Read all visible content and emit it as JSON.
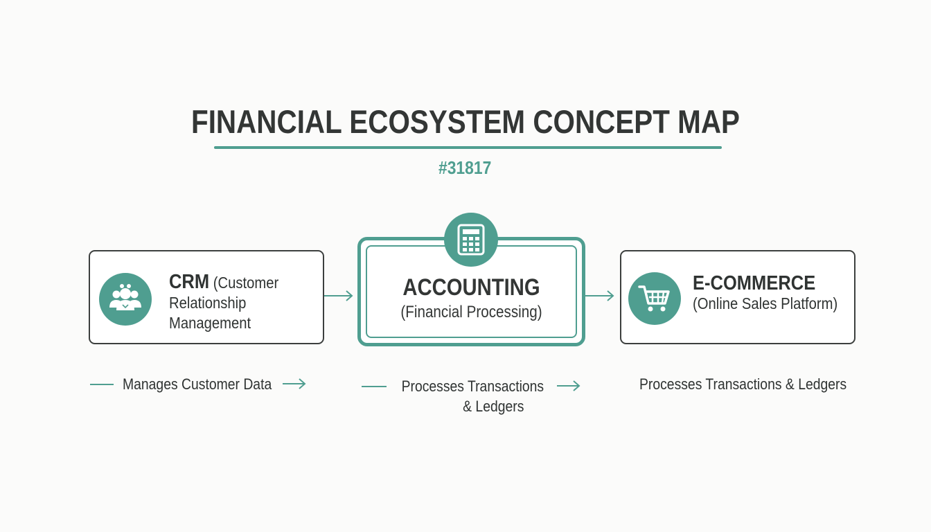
{
  "title": "FINANCIAL ECOSYSTEM  CONCEPT MAP",
  "subtitle": "#31817",
  "colors": {
    "accent": "#4f9e90",
    "text": "#333635",
    "border": "#3c3f3e",
    "background": "#fbfbfa"
  },
  "nodes": {
    "crm": {
      "name": "CRM",
      "line1_rest": " (Customer",
      "line2": "Relationship",
      "line3": "Management",
      "icon": "people-group-icon"
    },
    "accounting": {
      "name": "ACCOUNTING",
      "subtitle": "(Financial Processing)",
      "icon": "calculator-icon"
    },
    "ecommerce": {
      "name": "E-COMMERCE",
      "subtitle": "(Online Sales Platform)",
      "icon": "shopping-cart-icon"
    }
  },
  "captions": {
    "crm": "Manages Customer Data",
    "accounting_line1": "Processes Transactions",
    "accounting_line2": "& Ledgers",
    "ecommerce": "Processes Transactions & Ledgers"
  }
}
